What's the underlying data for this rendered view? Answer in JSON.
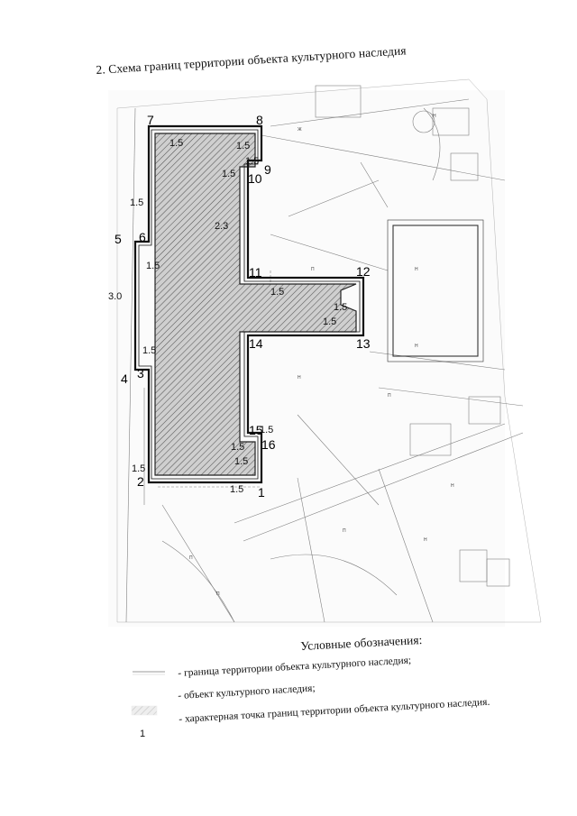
{
  "title": "2. Схема границ территории объекта культурного наследия",
  "map": {
    "points": [
      {
        "id": "1",
        "label": "1"
      },
      {
        "id": "2",
        "label": "2"
      },
      {
        "id": "3",
        "label": "3"
      },
      {
        "id": "4",
        "label": "4"
      },
      {
        "id": "5",
        "label": "5"
      },
      {
        "id": "6",
        "label": "6"
      },
      {
        "id": "7",
        "label": "7"
      },
      {
        "id": "8",
        "label": "8"
      },
      {
        "id": "9",
        "label": "9"
      },
      {
        "id": "10",
        "label": "10"
      },
      {
        "id": "11",
        "label": "11"
      },
      {
        "id": "12",
        "label": "12"
      },
      {
        "id": "13",
        "label": "13"
      },
      {
        "id": "14",
        "label": "14"
      },
      {
        "id": "15",
        "label": "15"
      },
      {
        "id": "16",
        "label": "16"
      }
    ],
    "distances": [
      "1.5",
      "1.5",
      "1.5",
      "1.5",
      "2.3",
      "1.5",
      "1.5",
      "3.0",
      "1.5",
      "1.5",
      "1.5",
      "1.5",
      "1.5",
      "1.5",
      "1.5",
      "1.5",
      "1.5"
    ]
  },
  "legend": {
    "title": "Условные обозначения:",
    "items": [
      {
        "text": "- граница территории объекта культурного наследия;",
        "symbol": "boundary-line"
      },
      {
        "text": "- объект культурного наследия;",
        "symbol": "hatched-area"
      },
      {
        "text": "- характерная точка границ территории объекта культурного наследия.",
        "symbol": "point-number",
        "symbol_label": "1"
      }
    ]
  }
}
